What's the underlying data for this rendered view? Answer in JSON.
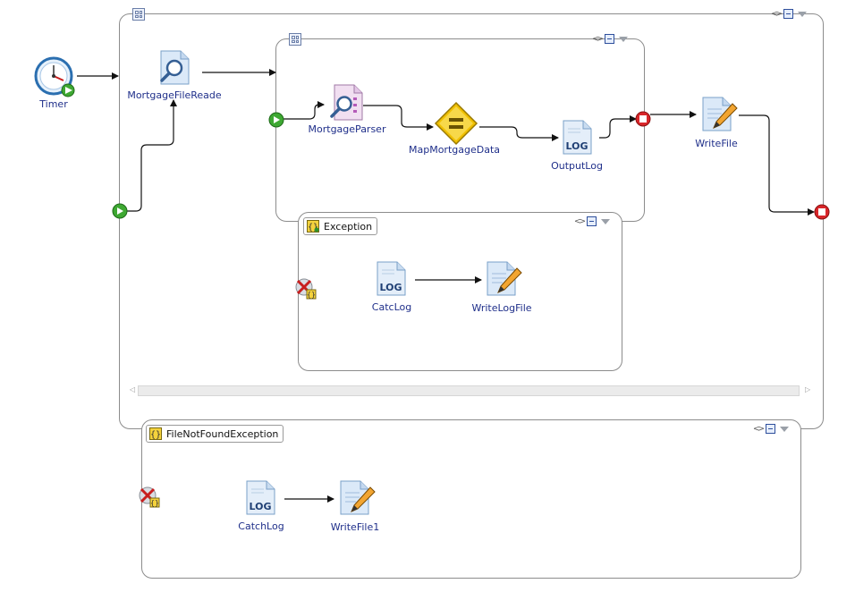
{
  "main_flow": {
    "nodes": {
      "timer": "Timer",
      "mortgage_file_reader": "MortgageFileReade",
      "write_file": "WriteFile"
    }
  },
  "inner_flow": {
    "nodes": {
      "mortgage_parser": "MortgageParser",
      "map_mortgage_data": "MapMortgageData",
      "output_log": "OutputLog"
    }
  },
  "exception_block": {
    "title": "Exception",
    "nodes": {
      "catc_log": "CatcLog",
      "write_log_file": "WriteLogFile"
    }
  },
  "file_not_found_block": {
    "title": "FileNotFoundException",
    "nodes": {
      "catch_log": "CatchLog",
      "write_file1": "WriteFile1"
    }
  },
  "icons": {
    "timer": "clock-icon",
    "reader": "magnifier-icon",
    "parser": "document-magnifier-icon",
    "map": "diamond-equals-icon",
    "log": "log-document-icon",
    "write": "pencil-document-icon",
    "start": "green-play-icon",
    "stop": "red-stop-icon",
    "catch": "catch-exception-icon"
  },
  "colors": {
    "label": "#1f2f8a",
    "frame": "#8c8c8c",
    "start": "#3ea832",
    "stop": "#d8262a",
    "map": "#f0c000"
  },
  "log_glyph": "LOG"
}
